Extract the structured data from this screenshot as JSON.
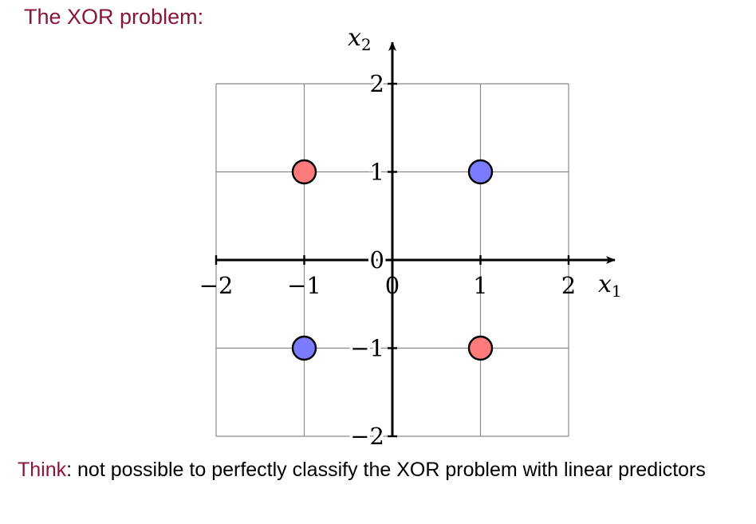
{
  "heading": "The XOR problem:",
  "caption": {
    "lead": "Think",
    "rest": ": not possible to perfectly classify the XOR problem with linear predictors"
  },
  "chart_data": {
    "type": "scatter",
    "title": "",
    "xlabel": "x1",
    "ylabel": "x2",
    "xlim": [
      -2,
      2
    ],
    "ylim": [
      -2,
      2
    ],
    "grid": true,
    "xticks": [
      -2,
      -1,
      0,
      1,
      2
    ],
    "yticks": [
      -2,
      -1,
      0,
      1,
      2
    ],
    "x_tick_labels": [
      "−2",
      "−1",
      "0",
      "1",
      "2"
    ],
    "y_tick_labels": [
      "−2",
      "−1",
      "0",
      "1",
      "2"
    ],
    "points": [
      {
        "x": -1,
        "y": 1,
        "color": "#ff7b7b"
      },
      {
        "x": 1,
        "y": 1,
        "color": "#7b7bff"
      },
      {
        "x": -1,
        "y": -1,
        "color": "#7b7bff"
      },
      {
        "x": 1,
        "y": -1,
        "color": "#ff7b7b"
      }
    ]
  }
}
